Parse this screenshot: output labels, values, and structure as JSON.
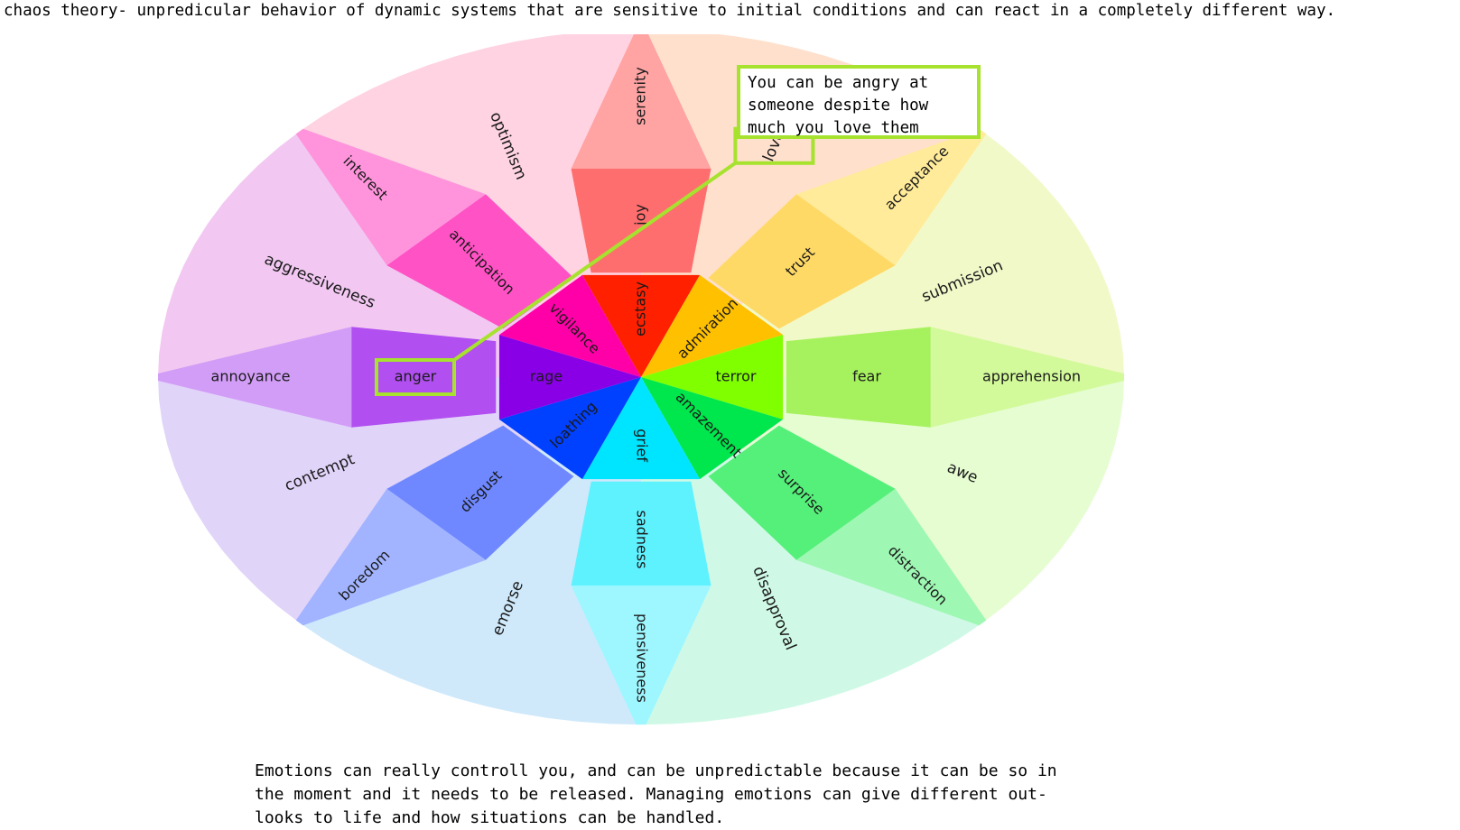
{
  "captions": {
    "top": "chaos theory- unpredicular behavior of dynamic systems that are sensitive to initial conditions and can react in a completely different way.",
    "bottom": "Emotions can really controll you, and can be unpredictable because it can be so in\nthe moment and it needs to be released. Managing emotions can give different out-\nlooks to life and how situations can be handled."
  },
  "annotation": {
    "note": "You can be angry at\nsomeone despite how\nmuch you love them",
    "highlighted_terms": [
      "love",
      "anger"
    ],
    "highlight_color": "#a6e22e"
  },
  "wheel": {
    "petals": [
      {
        "inner": "ecstasy",
        "middle": "joy",
        "outer": "serenity",
        "colors": [
          "#ff2000",
          "#ff6e6e",
          "#ffa3a3"
        ]
      },
      {
        "inner": "admiration",
        "middle": "trust",
        "outer": "acceptance",
        "colors": [
          "#ffc000",
          "#ffd966",
          "#ffeb99"
        ]
      },
      {
        "inner": "terror",
        "middle": "fear",
        "outer": "apprehension",
        "colors": [
          "#7fff00",
          "#a6f25e",
          "#d2fa9a"
        ]
      },
      {
        "inner": "amazement",
        "middle": "surprise",
        "outer": "distraction",
        "colors": [
          "#00e64d",
          "#55f07a",
          "#9ef7b3"
        ]
      },
      {
        "inner": "grief",
        "middle": "sadness",
        "outer": "pensiveness",
        "colors": [
          "#00e5ff",
          "#5ef2ff",
          "#9ef7ff"
        ]
      },
      {
        "inner": "loathing",
        "middle": "disgust",
        "outer": "boredom",
        "colors": [
          "#0040ff",
          "#6f88ff",
          "#a2b4ff"
        ]
      },
      {
        "inner": "rage",
        "middle": "anger",
        "outer": "annoyance",
        "colors": [
          "#8a00e6",
          "#b14ff0",
          "#d29df7"
        ]
      },
      {
        "inner": "vigilance",
        "middle": "anticipation",
        "outer": "interest",
        "colors": [
          "#ff00a8",
          "#ff52c5",
          "#ff94dc"
        ]
      }
    ],
    "dyads": [
      {
        "label": "love",
        "color": "#ffe0cc"
      },
      {
        "label": "submission",
        "color": "#f2f9c9"
      },
      {
        "label": "awe",
        "color": "#e6fdd2"
      },
      {
        "label": "disapproval",
        "color": "#cff9e6"
      },
      {
        "label": "emorse",
        "color": "#cfe9fb"
      },
      {
        "label": "contempt",
        "color": "#e1d4f9"
      },
      {
        "label": "aggressiveness",
        "color": "#f2c8f2"
      },
      {
        "label": "optimism",
        "color": "#ffd3e1"
      }
    ]
  }
}
